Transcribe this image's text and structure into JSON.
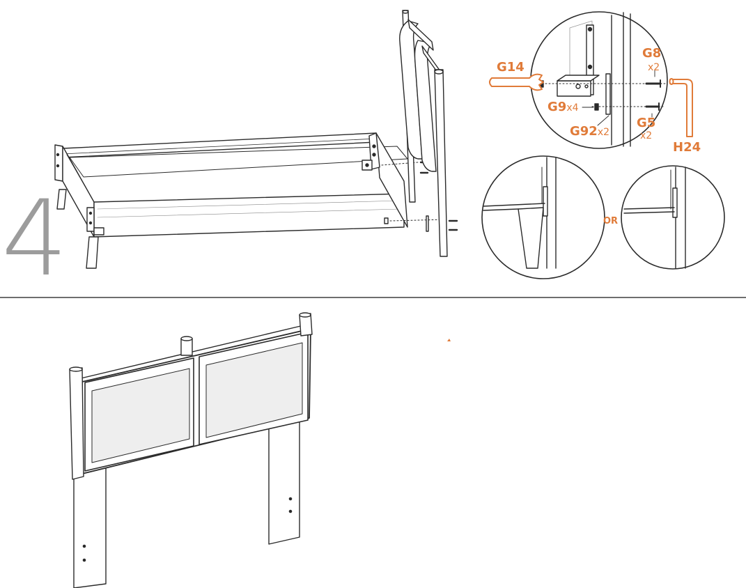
{
  "step": {
    "number": "4"
  },
  "callouts": {
    "g14": {
      "label": "G14"
    },
    "g8": {
      "label": "G8",
      "qty": "x2"
    },
    "g9": {
      "label": "G9",
      "qty": "x4"
    },
    "g92": {
      "label": "G92",
      "qty": "x2"
    },
    "g5": {
      "label": "G5",
      "qty": "x2"
    },
    "h24": {
      "label": "H24"
    }
  },
  "alternatives": {
    "or_label": "OR"
  },
  "colors": {
    "accent": "#e07b39",
    "line": "#2a2a2a",
    "panel_fill": "#eeeeee",
    "step_number": "#9c9c9c"
  },
  "icons": [
    "wrench-icon",
    "allen-key-icon",
    "bolt-icon",
    "washer-icon"
  ]
}
